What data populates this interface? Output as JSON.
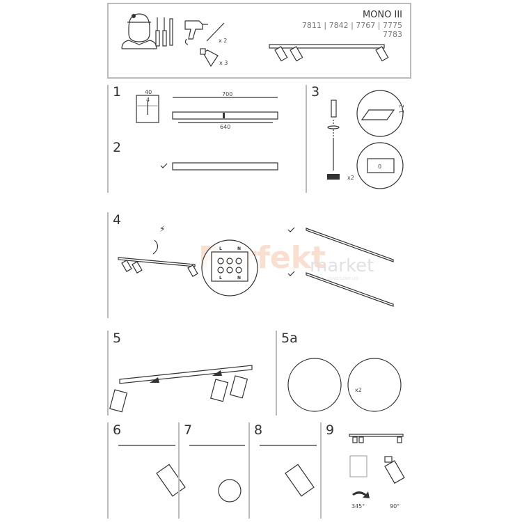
{
  "header": {
    "product_name": "MONO III",
    "codes_line1": "7811 | 7842 | 7767 | 7775",
    "codes_line2": "7783",
    "tools": {
      "anchor_count": "x 2",
      "bulb_count": "x 3"
    }
  },
  "steps": {
    "s1": {
      "number": "1",
      "dim_mount_width": "40",
      "dim_slot": "4",
      "dim_total": "700",
      "dim_holes": "640"
    },
    "s2": {
      "number": "2"
    },
    "s3": {
      "number": "3",
      "screw_count": "x2",
      "gap": "1-2",
      "plate_label": "0"
    },
    "s4": {
      "number": "4",
      "terminal_l": "L",
      "terminal_n": "N"
    },
    "s5": {
      "number": "5"
    },
    "s5a": {
      "number": "5a",
      "rotate_count": "x2"
    },
    "s6": {
      "number": "6"
    },
    "s7": {
      "number": "7"
    },
    "s8": {
      "number": "8"
    },
    "s9": {
      "number": "9",
      "rotation_horizontal": "345°",
      "rotation_vertical": "90°"
    }
  },
  "watermark": {
    "brand": "Perfekt",
    "brand2": "market",
    "tagline": "OŚWIETLENIE LED"
  },
  "colors": {
    "line": "#333333",
    "border": "#bbbbbb",
    "watermark": "#f3c9b0"
  }
}
